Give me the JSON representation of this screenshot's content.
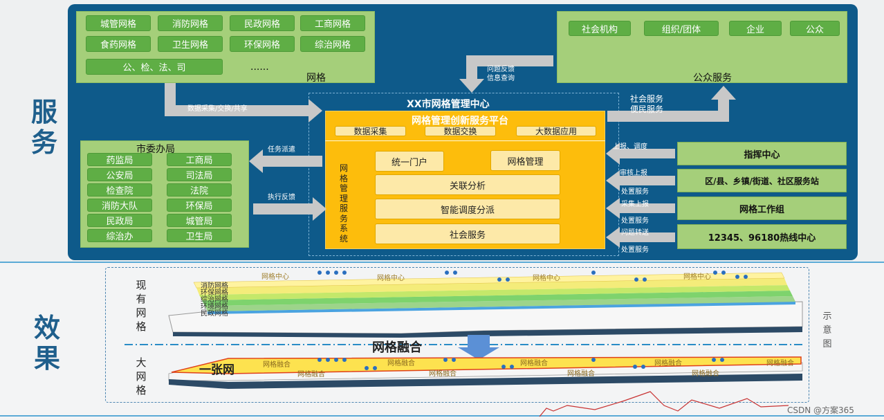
{
  "side_labels": {
    "service": "服\n务",
    "effect": "效\n果"
  },
  "grid_box": {
    "title": "网格",
    "chips": [
      "城管网格",
      "消防网格",
      "民政网格",
      "工商网格",
      "食药网格",
      "卫生网格",
      "环保网格",
      "综治网格"
    ],
    "wide_chip": "公、检、法、司",
    "ellipsis": "......"
  },
  "public_box": {
    "title": "公众服务",
    "chips": [
      "社会机构",
      "组织/团体",
      "企业",
      "公众"
    ]
  },
  "committee_box": {
    "title": "市委办局",
    "chips": [
      "药监局",
      "工商局",
      "公安局",
      "司法局",
      "检查院",
      "法院",
      "消防大队",
      "环保局",
      "民政局",
      "城管局",
      "综治办",
      "卫生局"
    ]
  },
  "center": {
    "title": "XX市网格管理中心",
    "platform_title": "网格管理创新服务平台",
    "platform_items": [
      "数据采集",
      "数据交换",
      "大数据应用"
    ],
    "system_label": "网\n格\n管\n理\n服\n务\n系\n统",
    "portal": "统一门户",
    "grid_mgmt": "网格管理",
    "analysis": "关联分析",
    "dispatch": "智能调度分派",
    "social": "社会服务"
  },
  "right_boxes": [
    "指挥中心",
    "区/县、乡镇/街道、社区服务站",
    "网格工作组",
    "12345、96180热线中心"
  ],
  "arrow_labels": {
    "feedback": "问题反馈\n信息查询",
    "collect": "数据采集/交换/共享",
    "social_service": "社会服务\n便民服务",
    "task": "任务派遣",
    "exec": "执行反馈",
    "report1": "上报、调度",
    "audit": "审核上报",
    "handle1": "处置服务",
    "collect_report": "采集上报",
    "handle2": "处置服务",
    "transfer": "问题转送",
    "handle3": "处置服务"
  },
  "effect": {
    "current": "现\n有\n网\n格",
    "big": "大\n网\n格",
    "schematic": "示\n意\n图",
    "merge": "网格融合",
    "one_net": "一张网",
    "layers": [
      "消防网格",
      "环保网格",
      "综治网格",
      "环境网格",
      "民政网格"
    ],
    "top_layer_text": "网格中心",
    "merge_layer_text": "网格融合"
  },
  "watermark": "CSDN @方案365"
}
